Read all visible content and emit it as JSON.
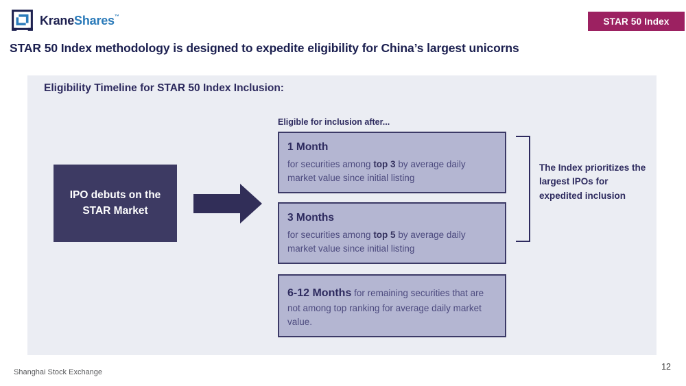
{
  "header": {
    "logo": {
      "brand_primary": "Krane",
      "brand_secondary": "Shares",
      "trademark": "™"
    },
    "badge_label": "STAR 50 Index"
  },
  "title": "STAR 50 Index methodology is designed to expedite eligibility for China’s largest unicorns",
  "panel": {
    "heading": "Eligibility Timeline for STAR 50 Index Inclusion:",
    "column_label": "Eligible for inclusion after...",
    "ipo_box_label": "IPO debuts on the STAR Market",
    "timeline": [
      {
        "title": "1 Month",
        "desc_pre": "for securities among ",
        "desc_bold": "top 3",
        "desc_post": " by average daily market value since initial listing"
      },
      {
        "title": "3 Months",
        "desc_pre": "for securities among ",
        "desc_bold": "top 5",
        "desc_post": " by average daily market value since initial listing"
      },
      {
        "title": "6-12 Months",
        "desc_pre": "",
        "desc_bold": "",
        "desc_post": " for remaining securities that are not among top ranking for average daily market value."
      }
    ],
    "callout": "The Index prioritizes the largest IPOs for expedited inclusion"
  },
  "footer": {
    "source": "Shanghai Stock Exchange",
    "page_number": "12"
  },
  "colors": {
    "badge_maroon": "#9c2161",
    "title_navy": "#1b1f4f",
    "heading_indigo": "#2d2a5e",
    "panel_bg": "#ebedf3",
    "box_fill": "#b4b6d2",
    "box_border": "#3b3966",
    "ipo_box_fill": "#3d3a63",
    "arrow_navy": "#312e58",
    "logo_blue": "#2a7ab9"
  }
}
